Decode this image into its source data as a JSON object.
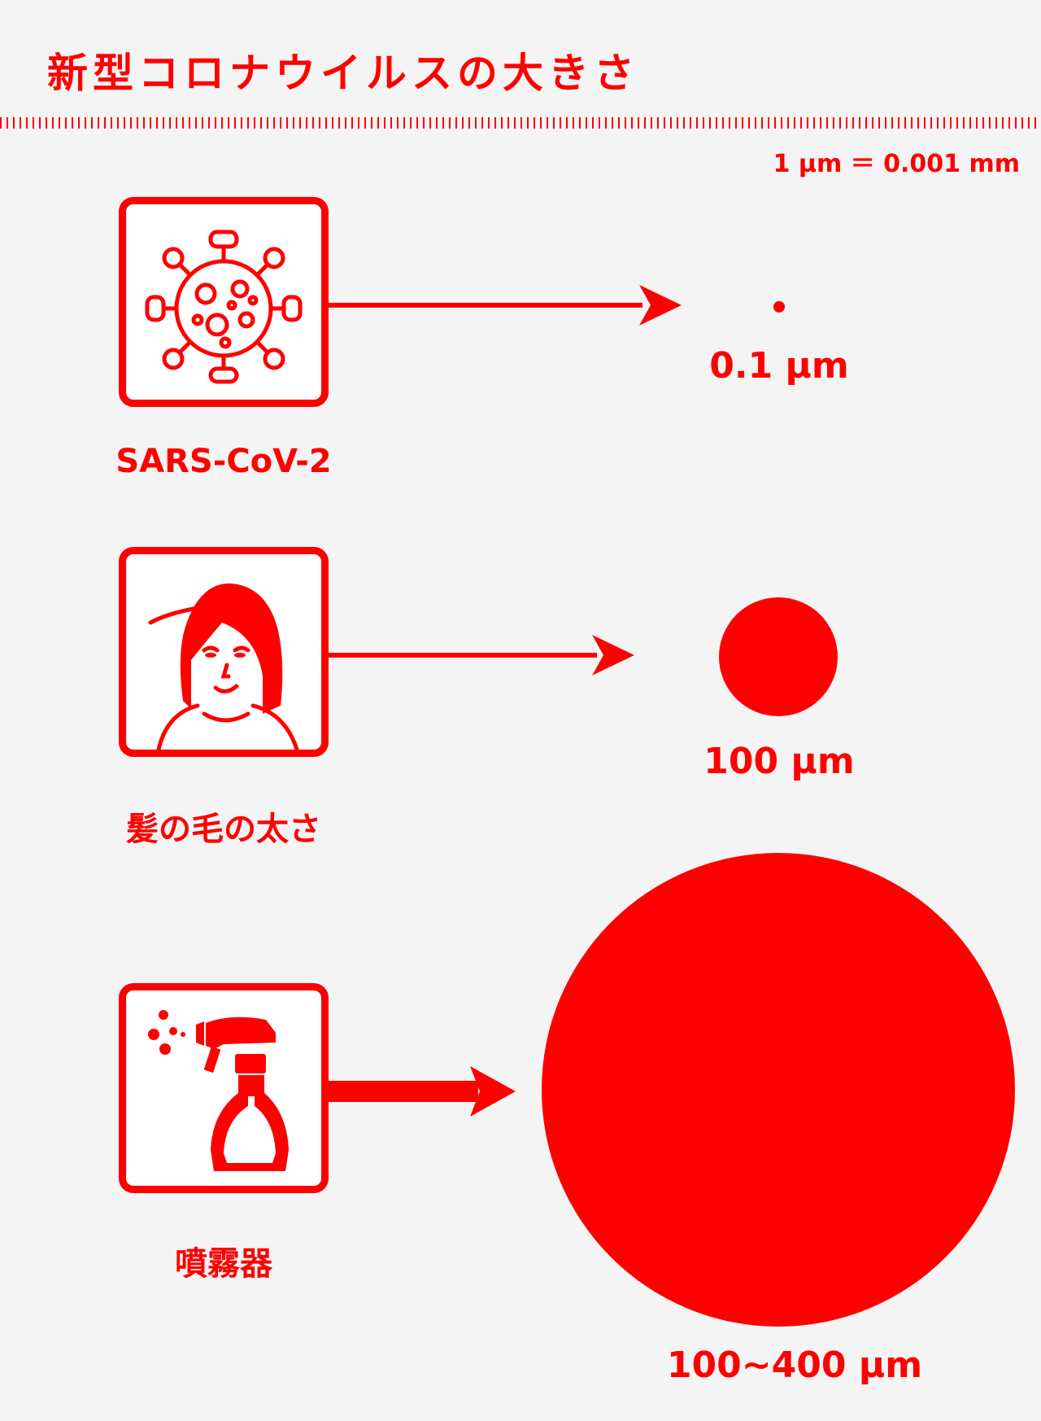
{
  "header": {
    "title": "新型コロナウイルスの大きさ",
    "scale_note": "1 µm ＝ 0.001 mm"
  },
  "items": [
    {
      "label": "SARS-CoV-2",
      "size_label": "0.1 µm",
      "size_um": 0.1,
      "icon": "virus-icon"
    },
    {
      "label": "髪の毛の太さ",
      "size_label": "100 µm",
      "size_um": 100,
      "icon": "woman-face-icon"
    },
    {
      "label": "噴霧器",
      "size_label": "100~400 µm",
      "size_um": 400,
      "icon": "spray-bottle-icon"
    }
  ],
  "colors": {
    "accent": "#ff0000",
    "background": "#f4f4f4",
    "box_fill": "#ffffff"
  }
}
